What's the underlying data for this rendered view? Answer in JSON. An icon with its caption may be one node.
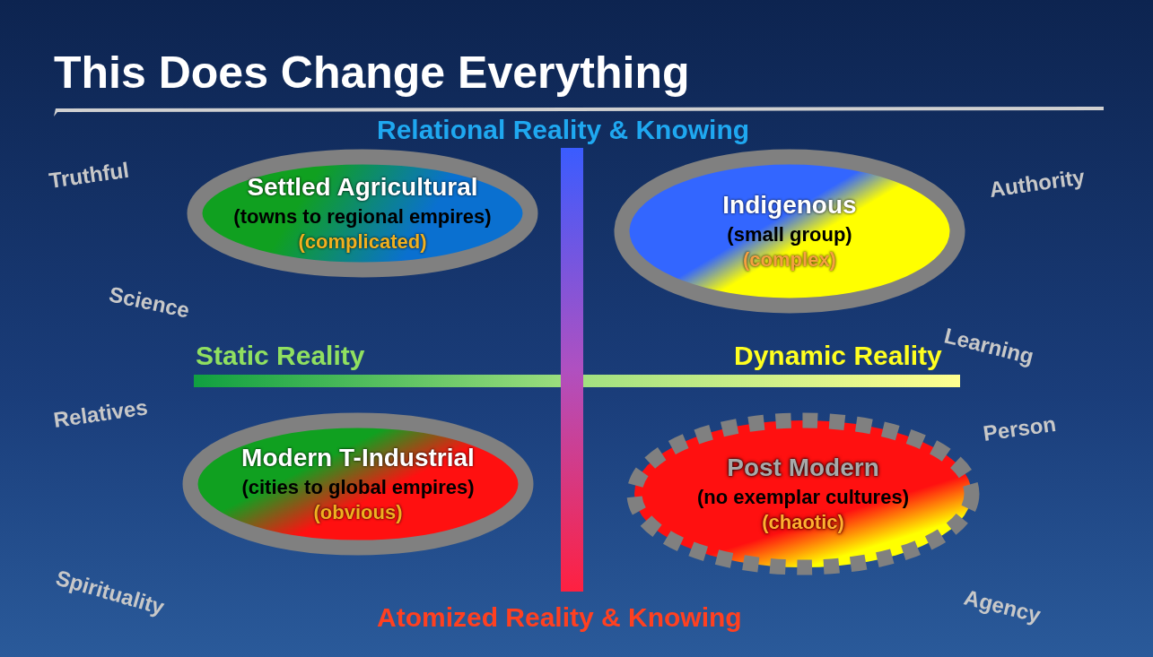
{
  "diagram": {
    "title": "This Does Change Everything",
    "nodes": [
      {
        "text": [
          "Settled Agricultural",
          "(towns to regional empires)",
          "(complicated)"
        ]
      },
      {
        "text": [
          "Indigenous",
          "(small group)",
          "(complex)"
        ]
      },
      {
        "text": [
          "Modern T-Industrial",
          "(cities to global empires)",
          "(obvious)"
        ]
      },
      {
        "text": [
          "Post Modern",
          "(no exemplar cultures)",
          "(chaotic)"
        ]
      }
    ],
    "edges": [],
    "labels": [
      "Relational Reality & Knowing",
      "Truthful",
      "Authority",
      "Science",
      "Learning",
      "Static Reality",
      "Dynamic Reality",
      "Relatives",
      "Person",
      "Spirituality",
      "Atomized Reality & Knowing",
      "Agency"
    ]
  }
}
